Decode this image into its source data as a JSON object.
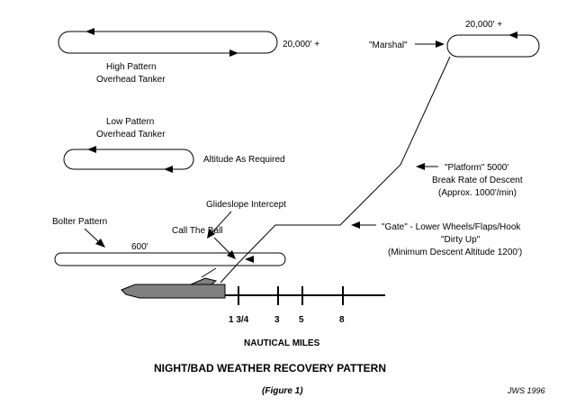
{
  "labels": {
    "high_altitude": "20,000' +",
    "high_pattern_1": "High Pattern",
    "high_pattern_2": "Overhead Tanker",
    "marshal": "\"Marshal\"",
    "marshal_altitude": "20,000' +",
    "low_pattern_1": "Low Pattern",
    "low_pattern_2": "Overhead Tanker",
    "altitude_as_required": "Altitude As Required",
    "platform_1": "\"Platform\" 5000'",
    "platform_2": "Break Rate of Descent",
    "platform_3": "(Approx. 1000'/min)",
    "glideslope_intercept": "Glideslope Intercept",
    "bolter_pattern": "Bolter Pattern",
    "call_the_ball": "Call The Ball",
    "bolter_altitude": "600'",
    "gate_1": "\"Gate\" - Lower Wheels/Flaps/Hook",
    "gate_2": "\"Dirty Up\"",
    "gate_3": "(Minimum Descent Altitude 1200')"
  },
  "scale": {
    "ticks": [
      "1 3/4",
      "3",
      "5",
      "8"
    ],
    "axis_label": "NAUTICAL MILES"
  },
  "title": "NIGHT/BAD WEATHER RECOVERY PATTERN",
  "figure_label": "(Figure 1)",
  "credit": "JWS 1996",
  "colors": {
    "ship": "#808080",
    "line": "#000000",
    "background": "#ffffff"
  }
}
